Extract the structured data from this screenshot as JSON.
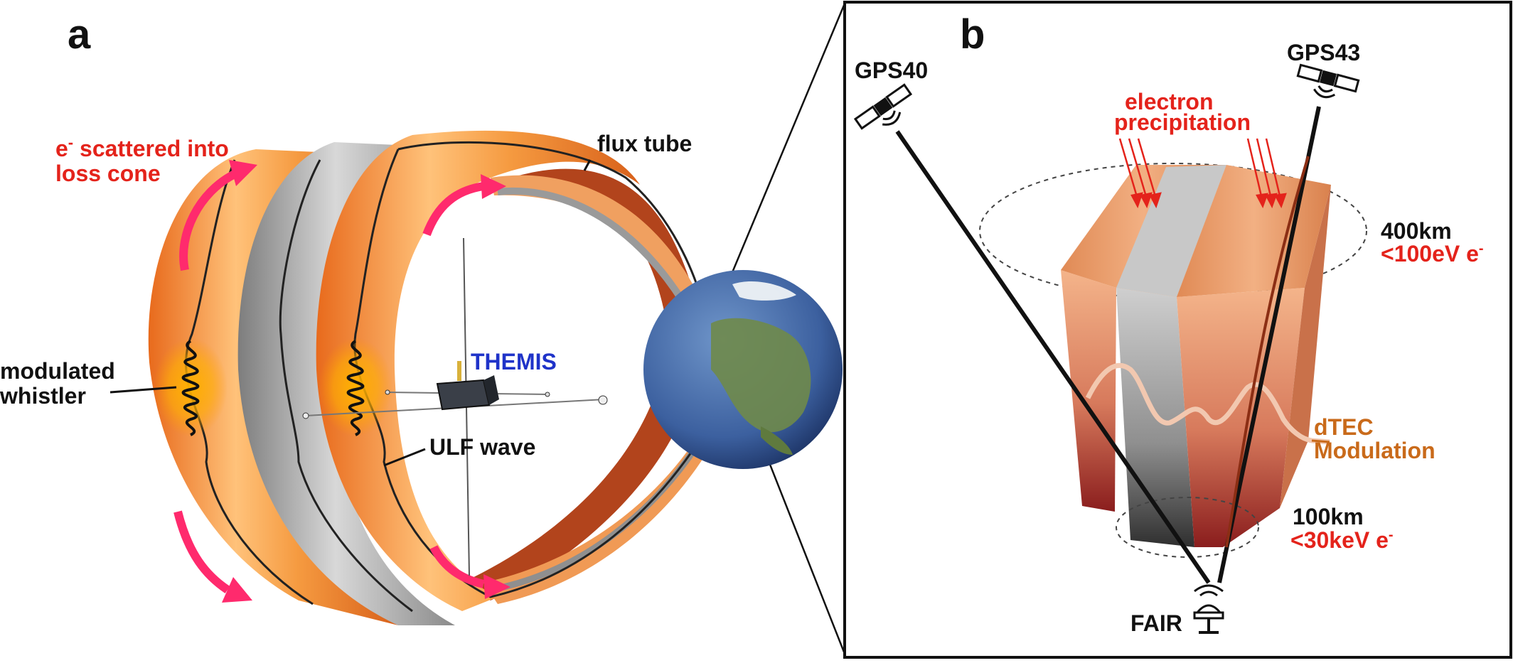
{
  "panel_a": {
    "letter": "a",
    "scatter_label_prefix": "e",
    "scatter_label_sup": "-",
    "scatter_label_line1_rest": " scattered into",
    "scatter_label_line2": "loss cone",
    "flux_tube_label": "flux tube",
    "whistler_line1": "modulated",
    "whistler_line2": "whistler",
    "themis_label": "THEMIS",
    "ulf_label": "ULF wave"
  },
  "panel_b": {
    "letter": "b",
    "gps_left": "GPS40",
    "gps_right": "GPS43",
    "precip_line1": "electron",
    "precip_line2": "precipitation",
    "alt_top": "400km",
    "energy_top": "<100eV e",
    "energy_top_sup": "-",
    "dtec_line1": "dTEC",
    "dtec_line2": "Modulation",
    "alt_bottom": "100km",
    "energy_bottom": "<30keV e",
    "energy_bottom_sup": "-",
    "station": "FAIR"
  },
  "colors": {
    "label_red": "#e4231b",
    "themis_blue": "#1f33c9",
    "dtec_orange": "#c96a1a",
    "tube_orange": "#f0963a",
    "tube_gray": "#9a9a9a",
    "arrow_pink": "#ff2a6d"
  },
  "icons": [
    "satellite-icon",
    "ground-receiver-icon",
    "spacecraft-icon",
    "earth-globe"
  ]
}
